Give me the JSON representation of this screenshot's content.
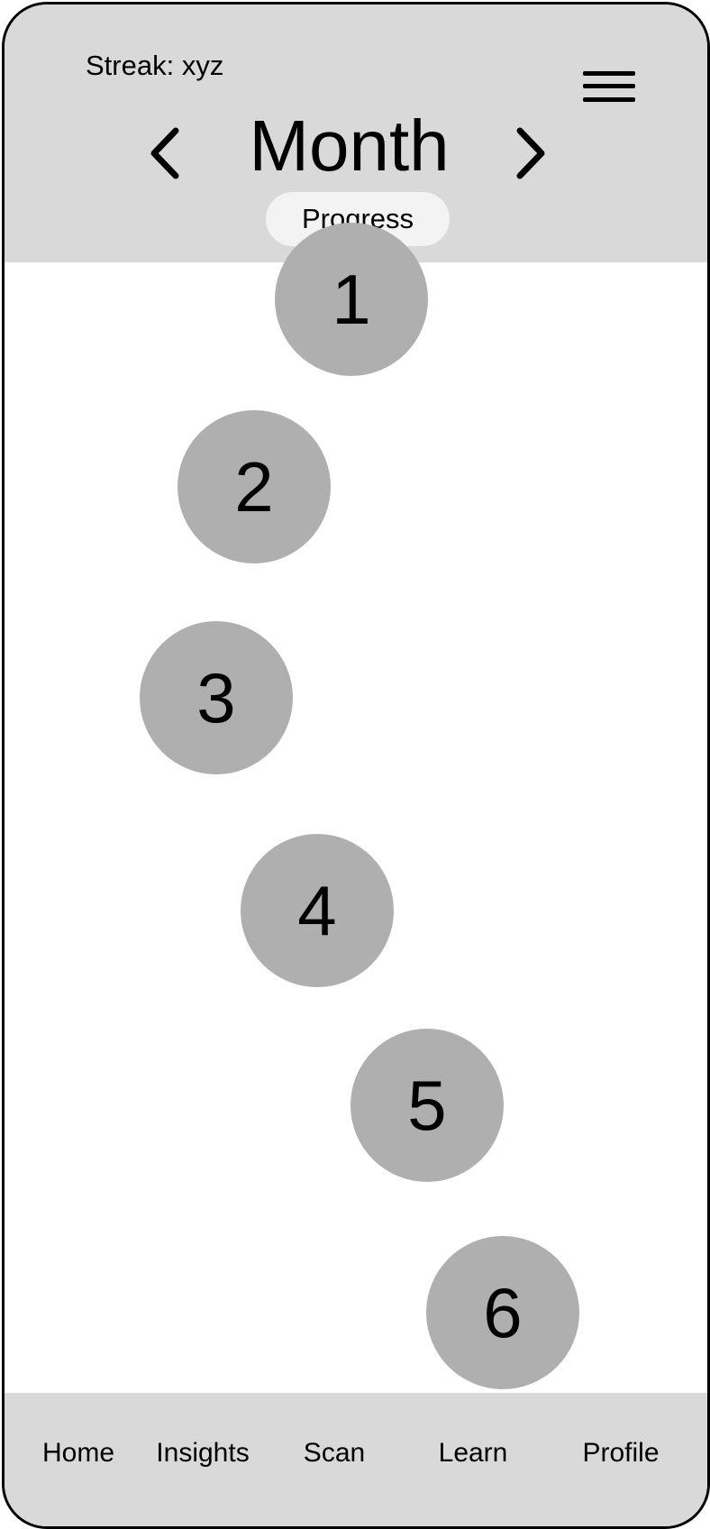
{
  "header": {
    "streak_label": "Streak: xyz",
    "title": "Month",
    "progress_button": "Progress",
    "icons": {
      "menu": "hamburger-menu-icon",
      "prev": "chevron-left-icon",
      "next": "chevron-right-icon"
    }
  },
  "levels": [
    "1",
    "2",
    "3",
    "4",
    "5",
    "6"
  ],
  "bottom_nav": {
    "items": [
      "Home",
      "Insights",
      "Scan",
      "Learn",
      "Profile"
    ]
  },
  "colors": {
    "header_bg": "#d9d9d9",
    "circle": "#afafaf",
    "pill": "#f3f3f3",
    "text": "#000000"
  }
}
